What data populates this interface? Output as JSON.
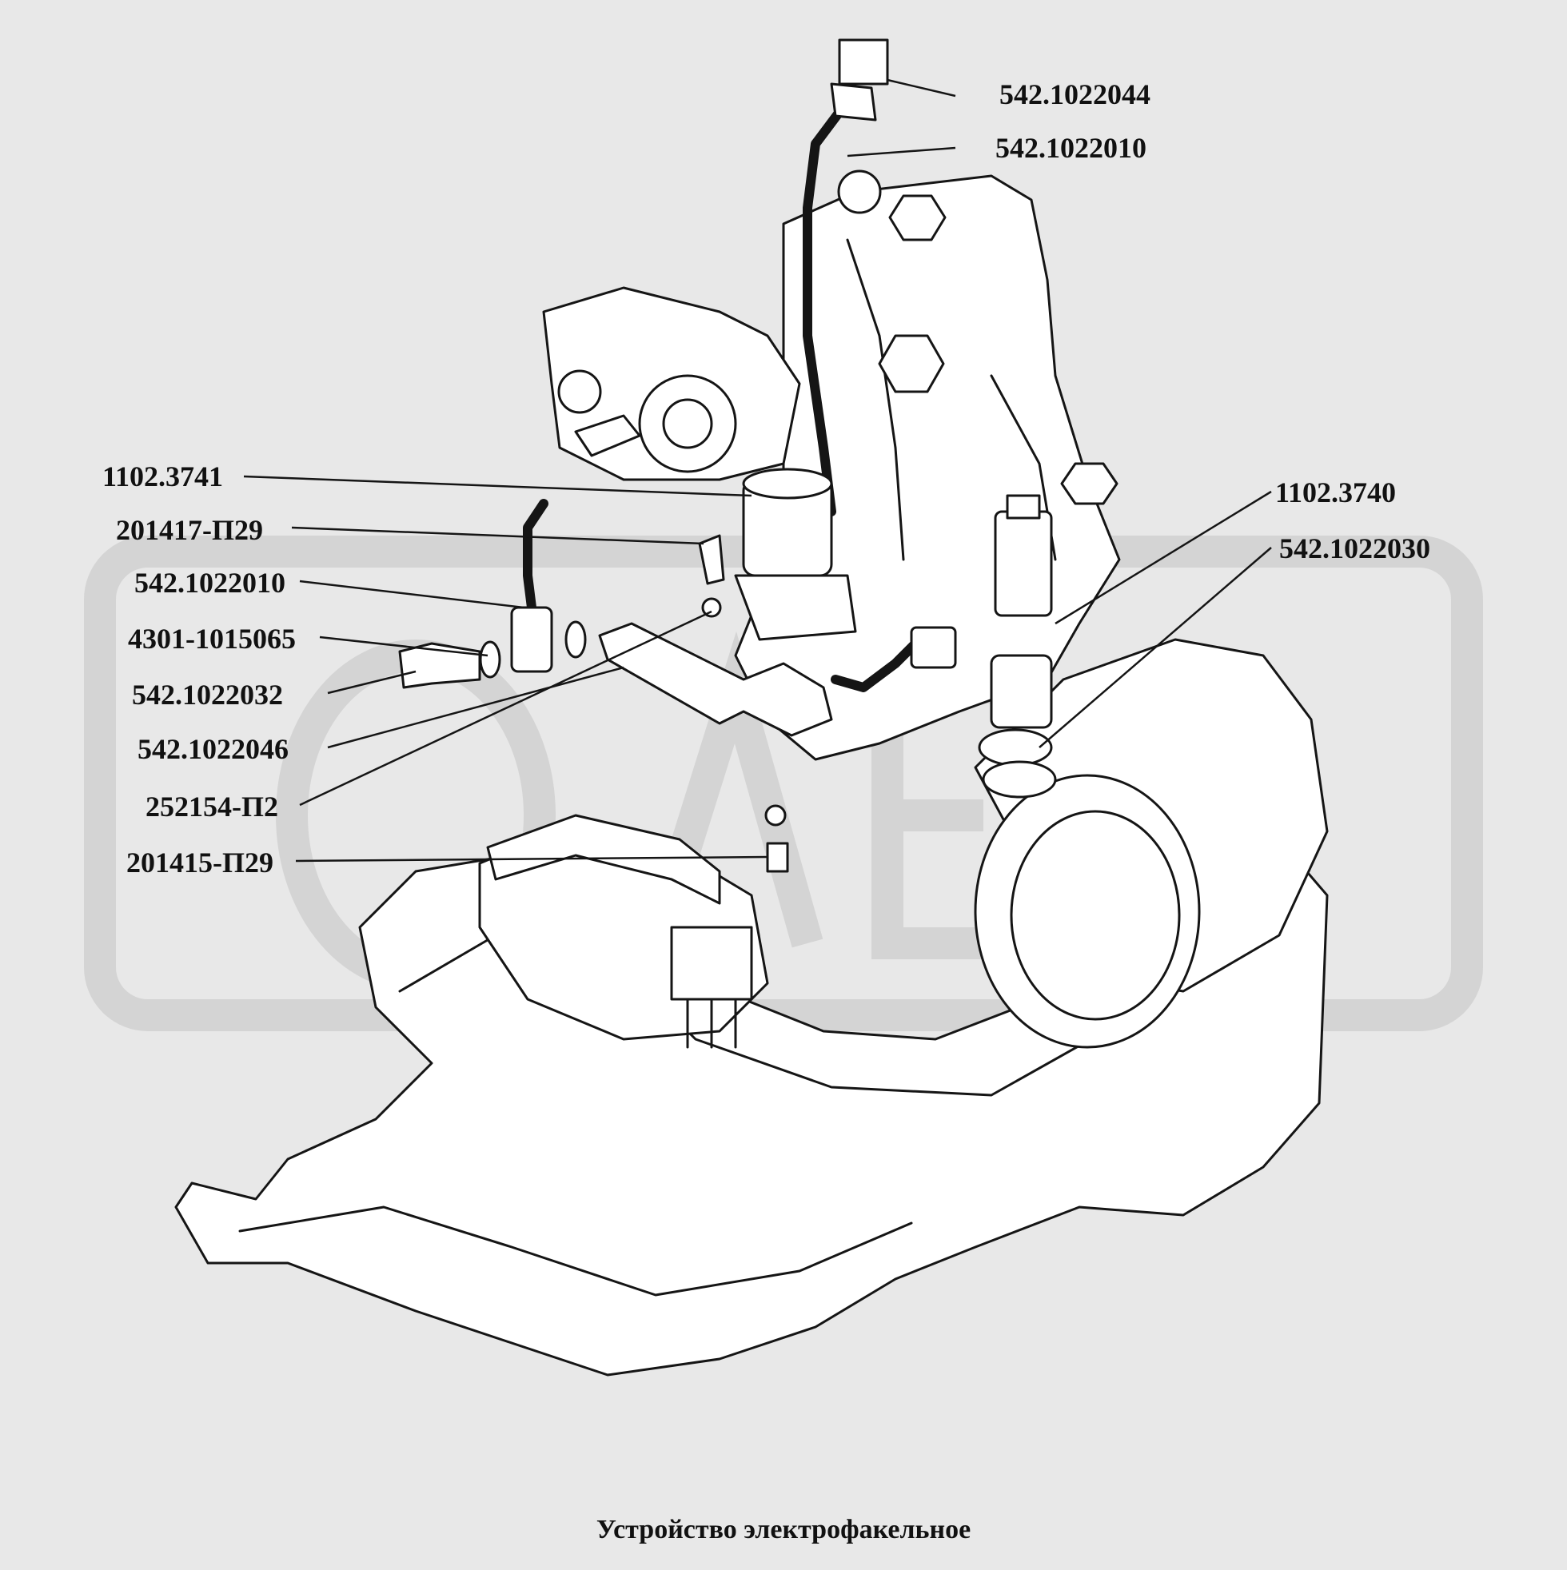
{
  "caption": "Устройство электрофакельное",
  "watermark": "ОЛЕЙ",
  "labels": {
    "l_1022044": "542.1022044",
    "l_1022010_top": "542.1022010",
    "l_3741": "1102.3741",
    "l_201417": "201417-П29",
    "l_1022010_left": "542.1022010",
    "l_4301": "4301-1015065",
    "l_1022032": "542.1022032",
    "l_1022046": "542.1022046",
    "l_252154": "252154-П2",
    "l_201415": "201415-П29",
    "l_3740": "1102.3740",
    "l_1022030": "542.1022030"
  },
  "colors": {
    "background": "#e8e8e8",
    "line": "#151515",
    "watermark": "#d4d4d4",
    "part_fill": "#ffffff"
  }
}
